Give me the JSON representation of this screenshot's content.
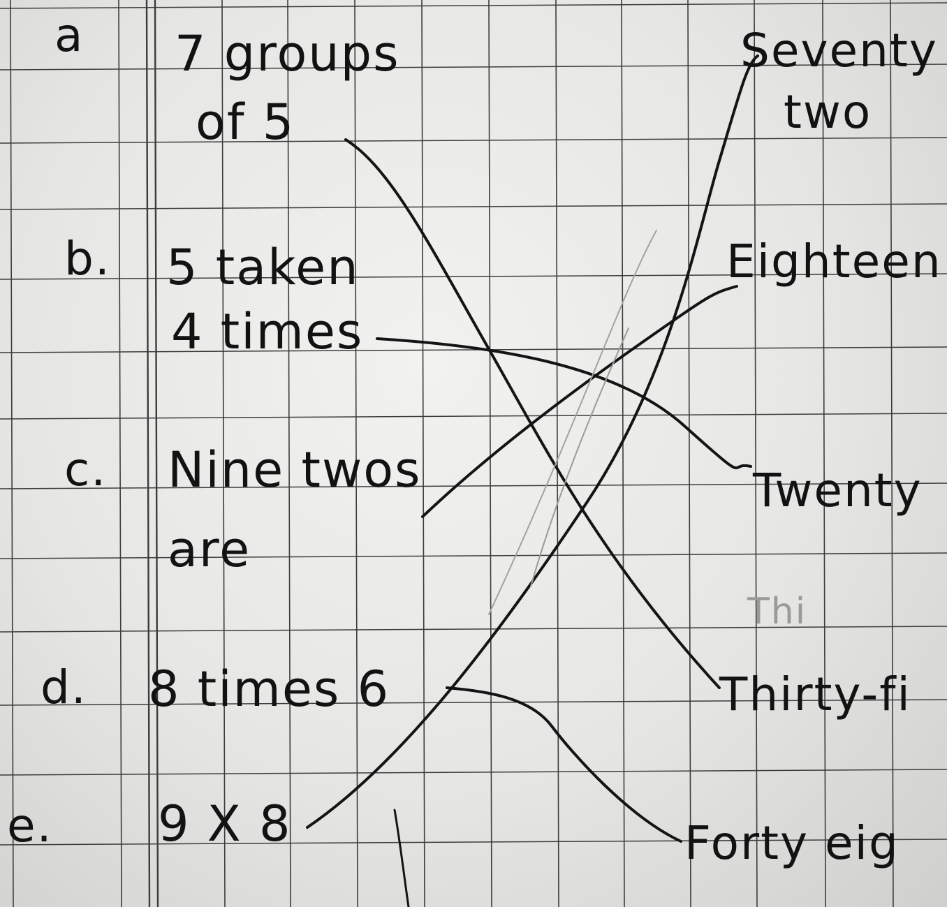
{
  "questions": [
    {
      "label": "a",
      "text_line1": "7 groups",
      "text_line2": "of 5"
    },
    {
      "label": "b.",
      "text_line1": "5 taken",
      "text_line2": "4 times"
    },
    {
      "label": "c.",
      "text_line1": "Nine twos",
      "text_line2": "are"
    },
    {
      "label": "d.",
      "text_line1": "8 times 6"
    },
    {
      "label": "e.",
      "text_line1": "9 X 8"
    }
  ],
  "answers": [
    {
      "line1": "Seventy",
      "line2": "two"
    },
    {
      "line1": "Eighteen"
    },
    {
      "line1": "Twenty"
    },
    {
      "line1": "Thirty-fi"
    },
    {
      "line1": "Forty eig"
    }
  ],
  "erased_fragment": "Thi",
  "colors": {
    "ink": "#121212",
    "grid_line": "#3c3c3c",
    "paper": "#ebebe9",
    "pencil_trace": "#9a9a98"
  }
}
